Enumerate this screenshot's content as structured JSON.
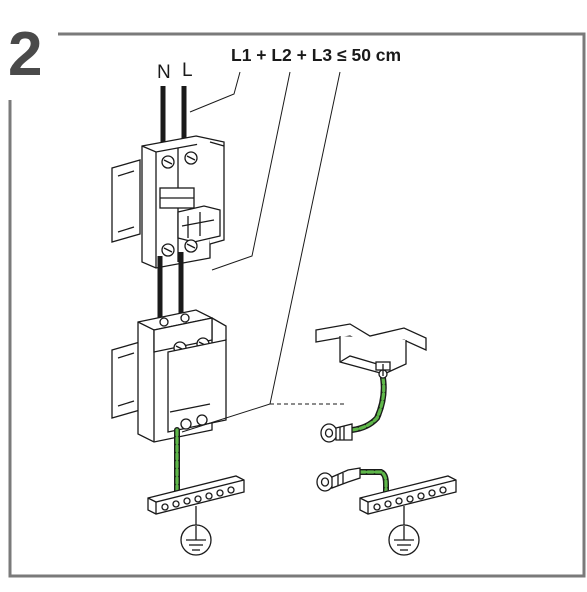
{
  "step_number": "2",
  "formula": "L1 + L2 + L3 ≤ 50 cm",
  "terminal_labels": {
    "neutral": "N",
    "live": "L"
  },
  "colors": {
    "frame": "#7a7a7a",
    "line": "#1a1a1a",
    "earth_wire": "#5fb84a",
    "step_number": "#4a4a4a"
  },
  "icons": [
    "circuit-breaker-icon",
    "surge-protector-icon",
    "earth-bar-icon",
    "ground-symbol-icon",
    "mounting-bracket-icon",
    "crimp-terminal-icon"
  ]
}
